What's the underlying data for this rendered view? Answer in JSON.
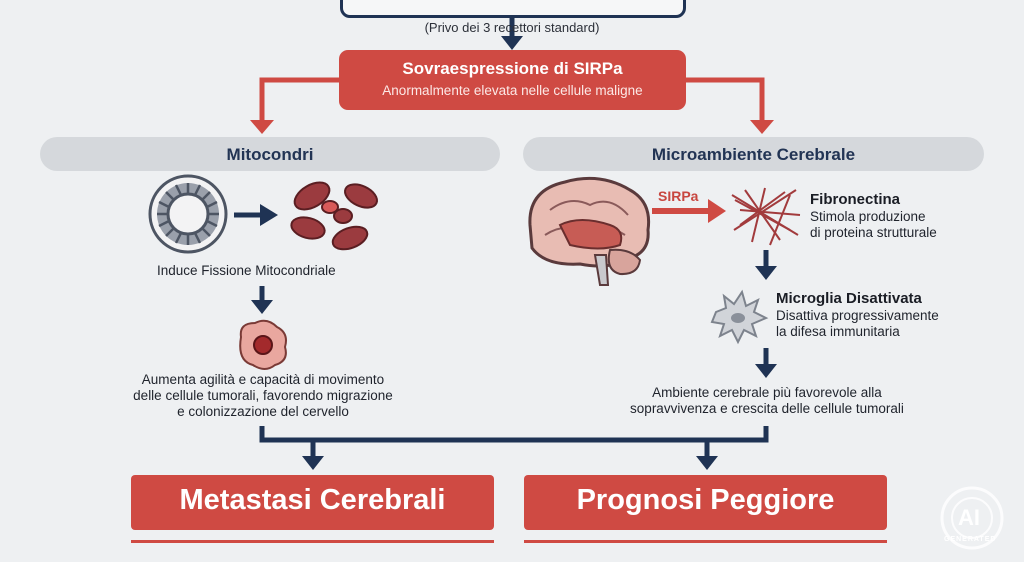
{
  "top_box": {
    "text": "(Privo dei 3 recettori standard)"
  },
  "center_box": {
    "title": "Sovraespressione di SIRPa",
    "subtitle": "Anormalmente elevata nelle cellule maligne"
  },
  "left_branch": {
    "header": "Mitocondri",
    "fission_label": "Induce Fissione Mitocondriale",
    "effect_lines": [
      "Aumenta agilità e capacità di movimento",
      "delle cellule tumorali, favorendo migrazione",
      "e colonizzazione del cervello"
    ]
  },
  "right_branch": {
    "header": "Microambiente Cerebrale",
    "sirpa_label": "SIRPa",
    "fibronectin": {
      "title": "Fibronectina",
      "lines": [
        "Stimola produzione",
        "di proteina strutturale"
      ]
    },
    "microglia": {
      "title": "Microglia Disattivata",
      "lines": [
        "Disattiva progressivamente",
        "la difesa immunitaria"
      ]
    },
    "effect_lines": [
      "Ambiente cerebrale più favorevole alla",
      "sopravvivenza e crescita delle cellule tumorali"
    ]
  },
  "outcomes": {
    "left": "Metastasi Cerebrali",
    "right": "Prognosi Peggiore"
  },
  "watermark": {
    "big": "AI",
    "ring": "GENERATED"
  },
  "colors": {
    "red": "#cf4a43",
    "navy": "#1f3354",
    "gray_bar": "#d5d8dc",
    "background": "#eef0f2"
  }
}
